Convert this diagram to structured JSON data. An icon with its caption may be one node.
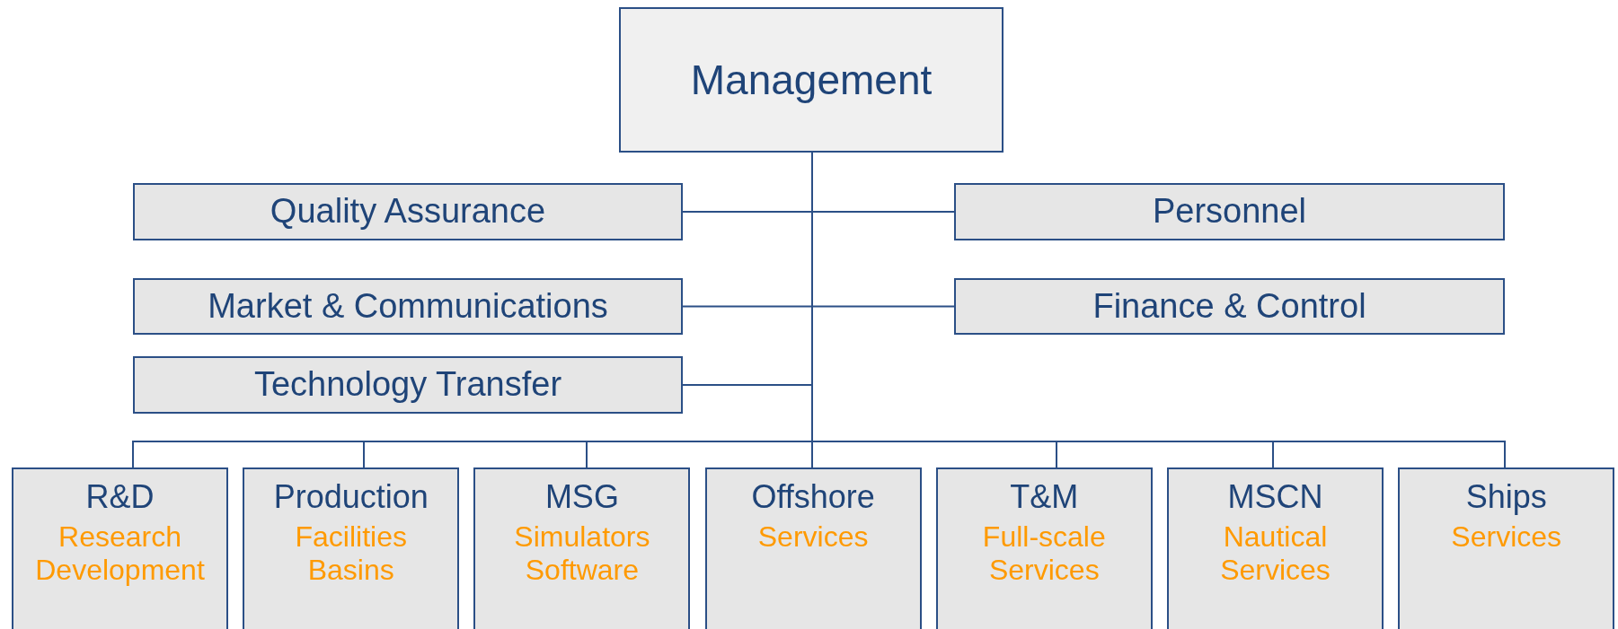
{
  "diagram": {
    "nodes": [
      {
        "text": [
          "Management"
        ]
      },
      {
        "text": [
          "Quality Assurance"
        ]
      },
      {
        "text": [
          "Personnel"
        ]
      },
      {
        "text": [
          "Market & Communications"
        ]
      },
      {
        "text": [
          "Finance & Control"
        ]
      },
      {
        "text": [
          "Technology Transfer"
        ]
      },
      {
        "text": [
          "R&D",
          "Research Development"
        ]
      },
      {
        "text": [
          "Production",
          "Facilities Basins"
        ]
      },
      {
        "text": [
          "MSG",
          "Simulators Software"
        ]
      },
      {
        "text": [
          "Offshore",
          "Services"
        ]
      },
      {
        "text": [
          "T&M",
          "Full-scale Services"
        ]
      },
      {
        "text": [
          "MSCN",
          "Nautical Services"
        ]
      },
      {
        "text": [
          "Ships",
          "Services"
        ]
      }
    ],
    "edges": [
      {
        "from": 0,
        "to": 1,
        "arrow": "none"
      },
      {
        "from": 0,
        "to": 2,
        "arrow": "none"
      },
      {
        "from": 0,
        "to": 3,
        "arrow": "none"
      },
      {
        "from": 0,
        "to": 4,
        "arrow": "none"
      },
      {
        "from": 0,
        "to": 5,
        "arrow": "none"
      },
      {
        "from": 0,
        "to": 6,
        "arrow": "none"
      },
      {
        "from": 0,
        "to": 7,
        "arrow": "none"
      },
      {
        "from": 0,
        "to": 8,
        "arrow": "none"
      },
      {
        "from": 0,
        "to": 9,
        "arrow": "none"
      },
      {
        "from": 0,
        "to": 10,
        "arrow": "none"
      },
      {
        "from": 0,
        "to": 11,
        "arrow": "none"
      },
      {
        "from": 0,
        "to": 12,
        "arrow": "none"
      }
    ]
  }
}
